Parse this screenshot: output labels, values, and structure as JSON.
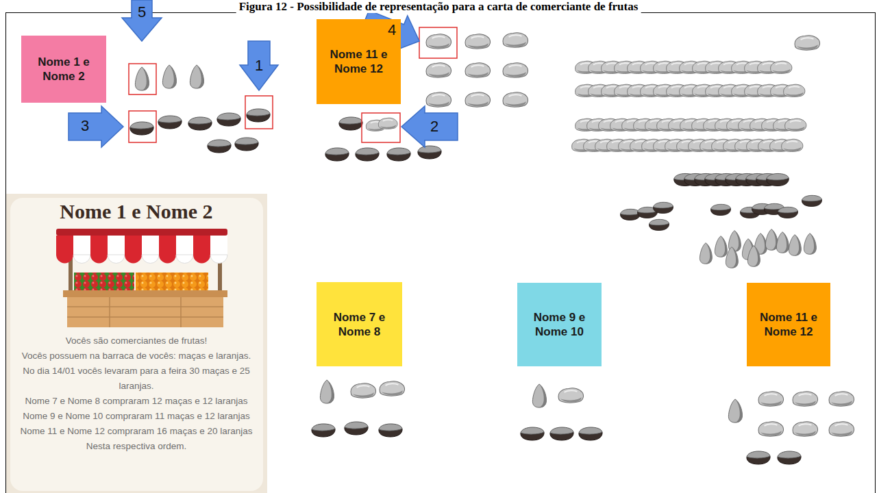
{
  "diagram": {
    "title": "Figura 12 - Possibilidade de representação para a carta de comerciante de frutas",
    "nodes": [
      {
        "text": [
          "Nome 1 e Nome 2"
        ]
      },
      {
        "text": [
          "Nome 11 e Nome 12"
        ]
      },
      {
        "text": [
          "Nome 1 e Nome 2",
          "Vocês são comerciantes de frutas!",
          "Vocês possuem na barraca de vocês: maças e laranjas.",
          "No dia 14/01 vocês levaram para a feira 30 maças e 25 laranjas.",
          "Nome 7 e Nome 8 compraram 12 maças e 12 laranjas",
          "Nome 9 e Nome 10 compraram 11 maças e 12 laranjas",
          "Nome 11 e Nome 12 compraram 16 maças e 20 laranjas",
          "Nesta respectiva ordem."
        ]
      },
      {
        "text": [
          "Nome 7 e Nome 8"
        ]
      },
      {
        "text": [
          "Nome 9 e Nome 10"
        ]
      },
      {
        "text": [
          "Nome 11 e Nome 12"
        ]
      }
    ],
    "labels": [
      "5",
      "4",
      "1",
      "3",
      "2"
    ]
  }
}
